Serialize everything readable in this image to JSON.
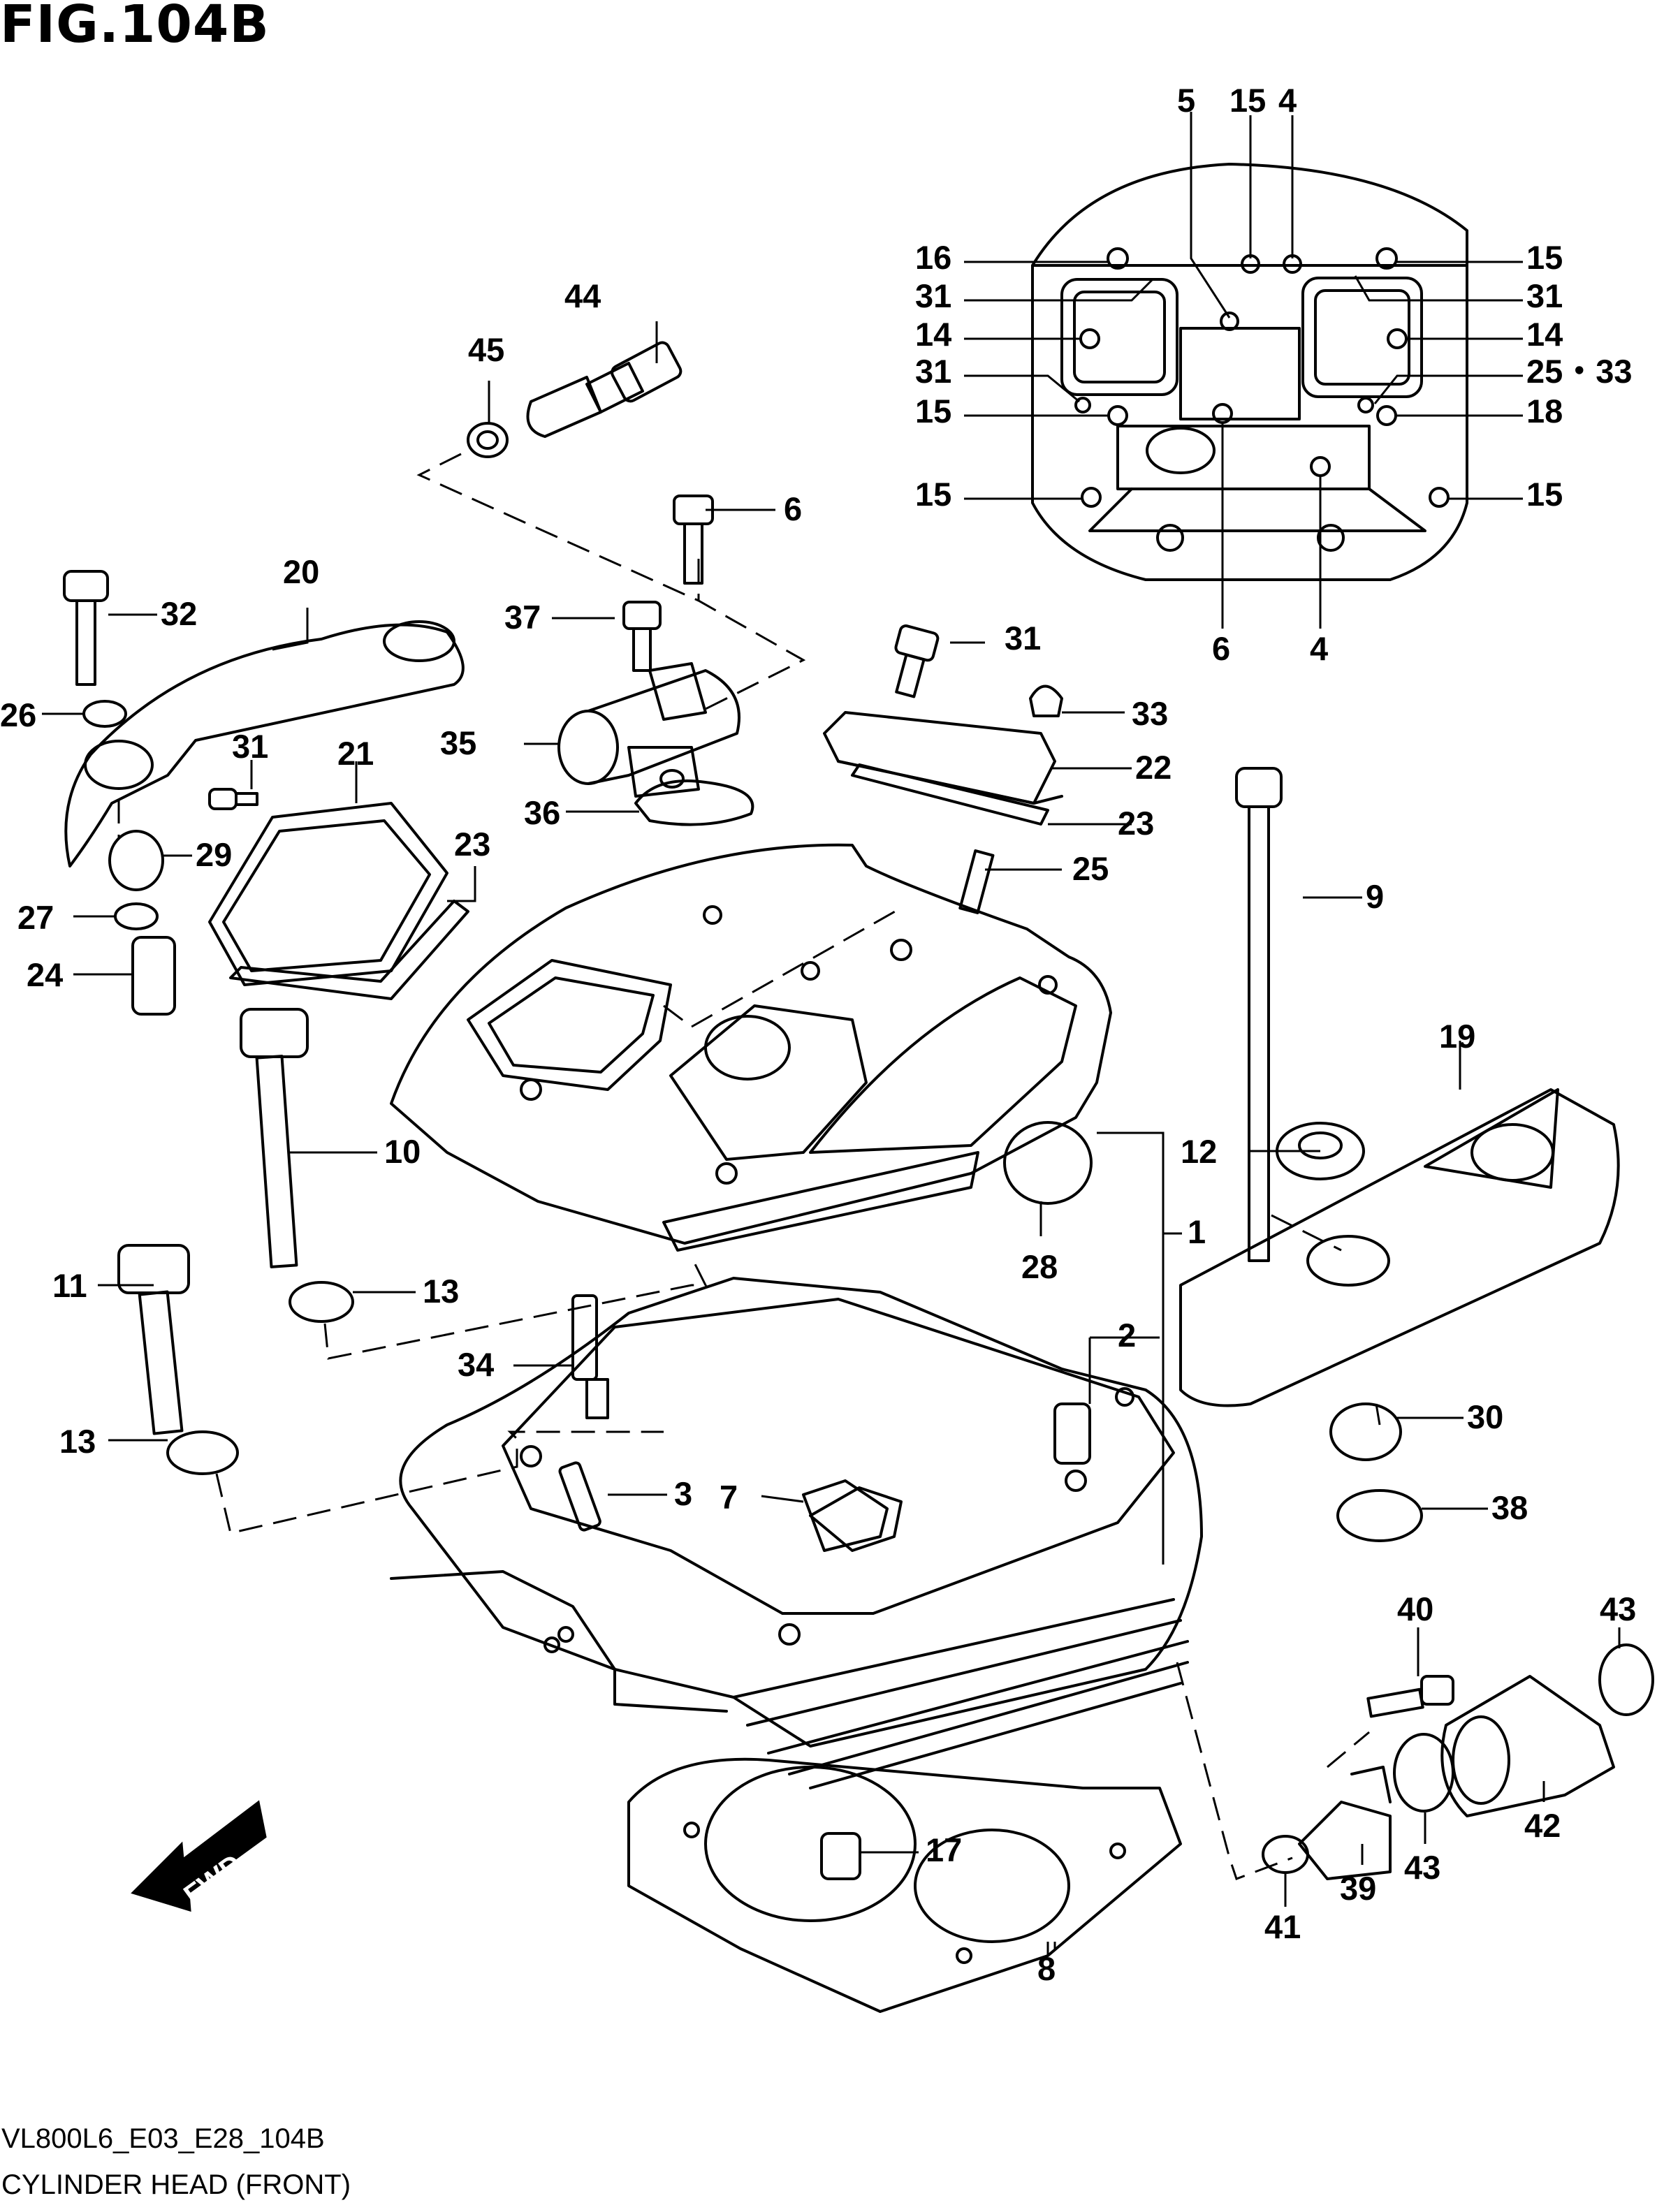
{
  "figure_title": "FIG.104B",
  "footer": {
    "code": "VL800L6_E03_E28_104B",
    "name": "CYLINDER HEAD (FRONT)"
  },
  "fwd_label": "FWD",
  "callouts": {
    "c5": "5",
    "c15_top": "15",
    "c4_top": "4",
    "c16": "16",
    "c31_a": "31",
    "c14_l": "14",
    "c31_b": "31",
    "c15_a": "15",
    "c15_b": "15",
    "c15_r1": "15",
    "c31_r": "31",
    "c14_r": "14",
    "c25_33": "25・33",
    "c18": "18",
    "c15_r2": "15",
    "c6_b": "6",
    "c4_b": "4",
    "c44": "44",
    "c45": "45",
    "c6": "6",
    "c37": "37",
    "c35": "35",
    "c36": "36",
    "c31_m": "31",
    "c33": "33",
    "c22": "22",
    "c23_m": "23",
    "c25": "25",
    "c32": "32",
    "c20": "20",
    "c26": "26",
    "c31_l": "31",
    "c21": "21",
    "c23_l": "23",
    "c29": "29",
    "c27": "27",
    "c24": "24",
    "c9": "9",
    "c19": "19",
    "c12": "12",
    "c1": "1",
    "c28": "28",
    "c10": "10",
    "c11": "11",
    "c13_a": "13",
    "c13_b": "13",
    "c34": "34",
    "c2": "2",
    "c3": "3",
    "c7": "7",
    "c30": "30",
    "c38": "38",
    "c43_a": "43",
    "c40": "40",
    "c42": "42",
    "c43_b": "43",
    "c39": "39",
    "c41": "41",
    "c17": "17",
    "c8": "8"
  }
}
